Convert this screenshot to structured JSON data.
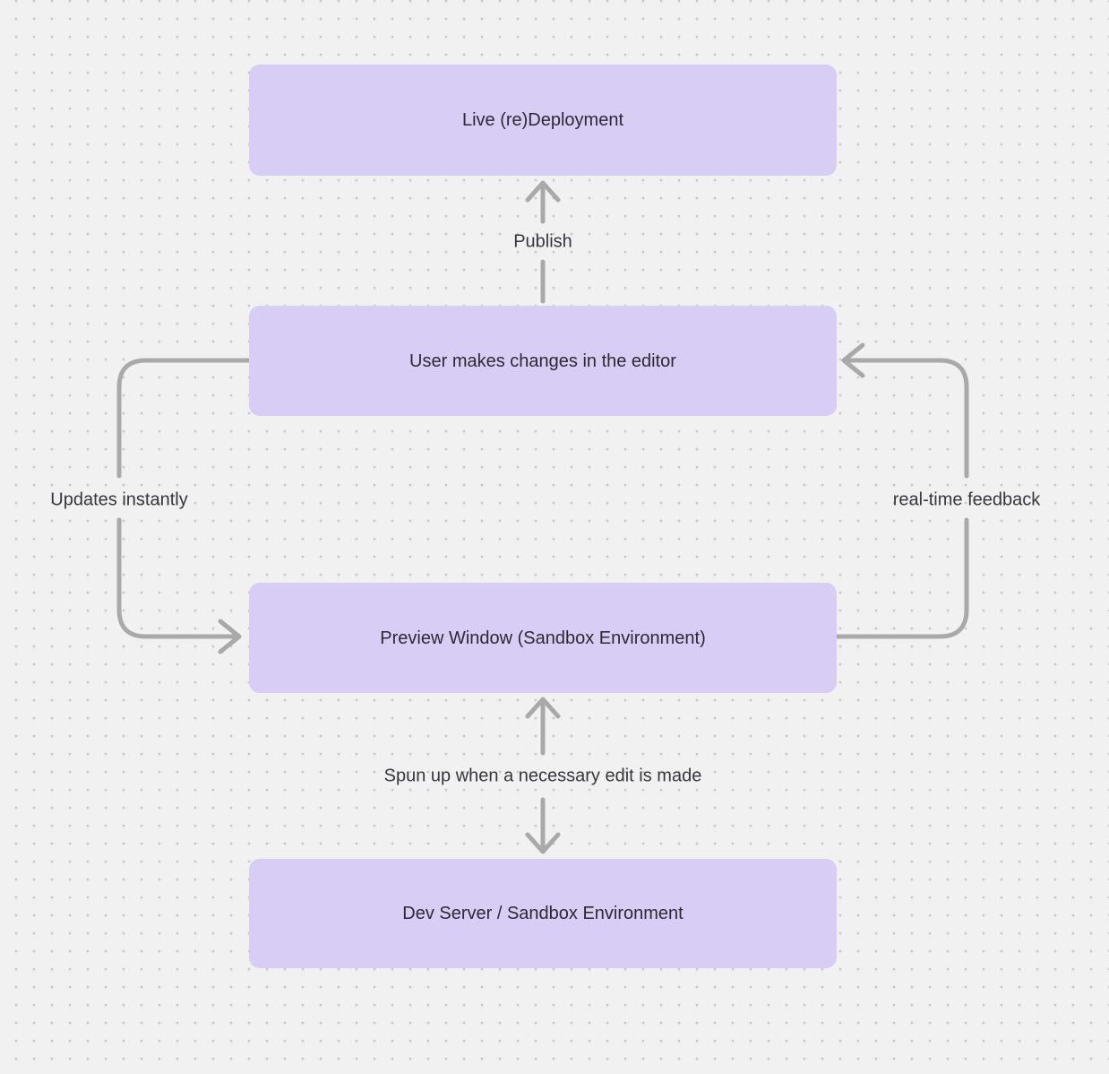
{
  "diagram": {
    "type": "flowchart",
    "background": "dotted-grid",
    "nodes": [
      {
        "id": "live-deployment",
        "label": "Live (re)Deployment"
      },
      {
        "id": "user-editor",
        "label": "User makes changes in the editor"
      },
      {
        "id": "preview-window",
        "label": "Preview Window (Sandbox Environment)"
      },
      {
        "id": "dev-server",
        "label": "Dev Server / Sandbox Environment"
      }
    ],
    "edges": [
      {
        "id": "publish",
        "label": "Publish",
        "from": "user-editor",
        "to": "live-deployment",
        "direction": "up"
      },
      {
        "id": "updates-instantly",
        "label": "Updates instantly",
        "from": "user-editor",
        "to": "preview-window",
        "direction": "left-side-down"
      },
      {
        "id": "real-time-feedback",
        "label": "real-time feedback",
        "from": "preview-window",
        "to": "user-editor",
        "direction": "right-side-up"
      },
      {
        "id": "spun-up",
        "label": "Spun up when a necessary edit is made",
        "from": "dev-server",
        "to": "preview-window",
        "direction": "both"
      }
    ],
    "colors": {
      "node_fill": "#d8cdf5",
      "arrow": "#a9a9a9",
      "background": "#f2f1f1",
      "dot": "#c8c6c6",
      "node_text": "#2b2a33",
      "label_text": "#36363e"
    }
  }
}
